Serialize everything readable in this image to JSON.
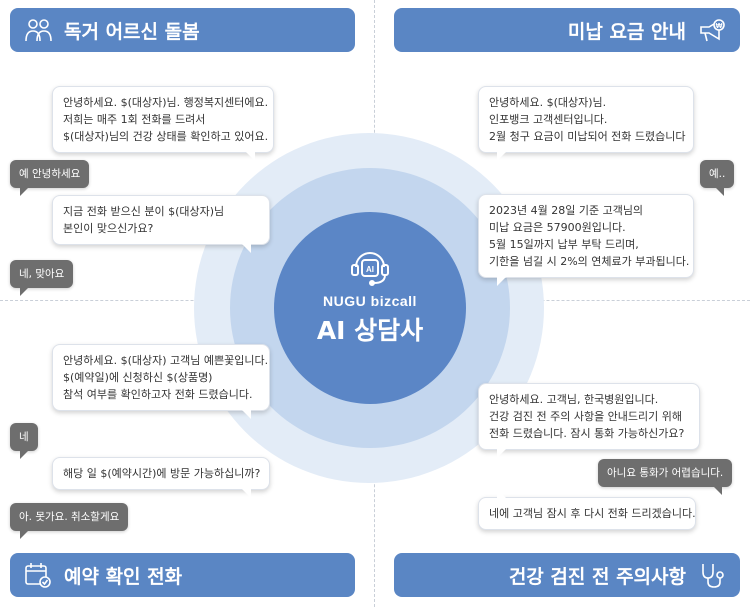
{
  "panels": {
    "top_left": {
      "title": "독거 어르신 돌봄",
      "icon": "elderly-couple-icon"
    },
    "top_right": {
      "title": "미납 요금 안내",
      "icon": "megaphone-icon"
    },
    "bottom_left": {
      "title": "예약 확인 전화",
      "icon": "calendar-check-icon"
    },
    "bottom_right": {
      "title": "건강 검진 전 주의사항",
      "icon": "stethoscope-icon"
    }
  },
  "center": {
    "icon": "ai-headset-icon",
    "brand": "NUGU bizcall",
    "title": "AI 상담사"
  },
  "colors": {
    "accent": "#5a86c4",
    "ring_outer": "#e3ecf7",
    "ring_mid": "#c3d6ee",
    "ring_inner": "#5b86c6",
    "reply_bg": "#6e6e6e"
  },
  "elderly_care": {
    "agent_1": [
      "안녕하세요. $(대상자)님. 행정복지센터에요.",
      "저희는 매주 1회 전화를 드려서",
      "$(대상자)님의 건강 상태를 확인하고 있어요."
    ],
    "reply_1": "예 안녕하세요",
    "agent_2": [
      "지금 전화 받으신 분이 $(대상자)님",
      "본인이 맞으신가요?"
    ],
    "reply_2": "네, 맞아요"
  },
  "unpaid_bill": {
    "agent_1": [
      "안녕하세요. $(대상자)님.",
      "인포뱅크 고객센터입니다.",
      "2월 청구 요금이 미납되어 전화 드렸습니다"
    ],
    "reply_1": "예..",
    "agent_2": [
      "2023년 4월 28일 기준 고객님의",
      "미납 요금은 57900원입니다.",
      "5월 15일까지 납부 부탁 드리며,",
      "기한을 넘길 시 2%의 연체료가 부과됩니다."
    ]
  },
  "reservation": {
    "agent_1": [
      "안녕하세요. $(대상자) 고객님 예쁜꽃입니다.",
      "$(예약일)에 신청하신 $(상품명)",
      "참석 여부를 확인하고자 전화 드렸습니다."
    ],
    "reply_1": "네",
    "agent_2": [
      "해당 일 $(예약시간)에 방문 가능하십니까?"
    ],
    "reply_2": "아. 못가요. 취소할게요"
  },
  "health_checkup": {
    "agent_1": [
      "안녕하세요. 고객님, 한국병원입니다.",
      "건강 검진 전 주의 사항을 안내드리기 위해",
      "전화 드렸습니다. 잠시 통화 가능하신가요?"
    ],
    "reply_1": "아니요 통화가 어렵습니다.",
    "agent_2": [
      "네에 고객님 잠시 후 다시 전화 드리겠습니다."
    ]
  }
}
